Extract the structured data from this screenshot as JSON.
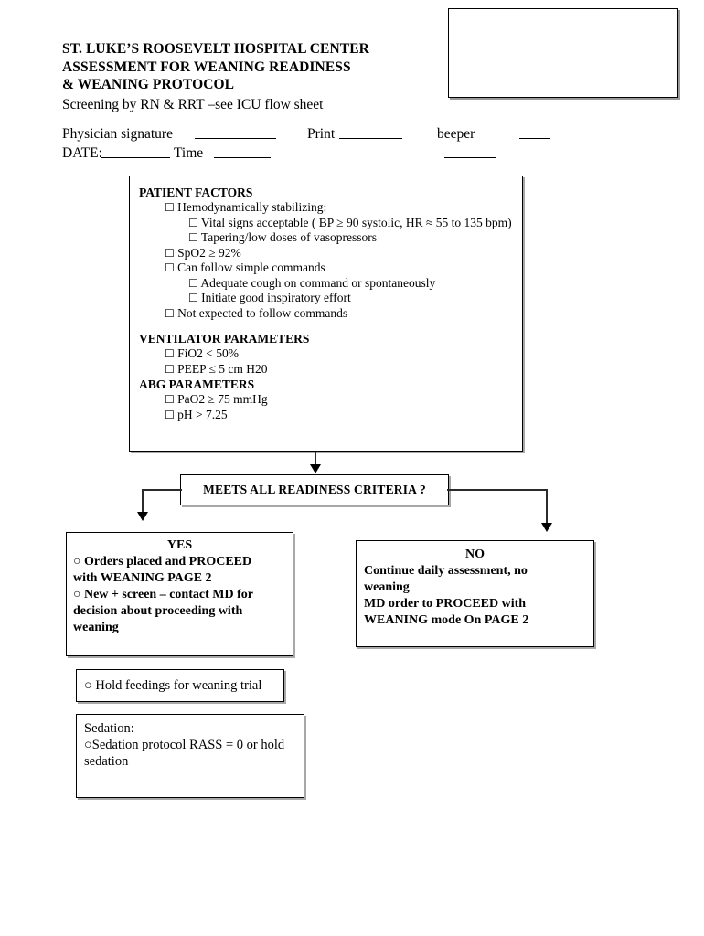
{
  "document": {
    "title_lines": [
      "ST. LUKE’S ROOSEVELT HOSPITAL CENTER",
      "ASSESSMENT FOR WEANING READINESS",
      "&  WEANING PROTOCOL"
    ],
    "screening_line": "Screening by   RN & RRT –see ICU flow sheet"
  },
  "signature": {
    "physician_label": "Physician signature",
    "print_label": "Print",
    "beeper_label": "beeper",
    "date_label": "DATE:",
    "time_label": "Time"
  },
  "criteria": {
    "patient_factors_title": "PATIENT FACTORS",
    "patient_factors": [
      {
        "indent": 1,
        "text": "Hemodynamically stabilizing:"
      },
      {
        "indent": 2,
        "text": "Vital signs acceptable ( BP ≥ 90 systolic,  HR ≈ 55 to 135 bpm)"
      },
      {
        "indent": 2,
        "text": "Tapering/low doses of vasopressors"
      },
      {
        "indent": 1,
        "text": "SpO2 ≥ 92%"
      },
      {
        "indent": 1,
        "text": "Can follow simple commands"
      },
      {
        "indent": 2,
        "text": "Adequate cough on command or spontaneously"
      },
      {
        "indent": 2,
        "text": "Initiate good inspiratory effort"
      },
      {
        "indent": 1,
        "text": "Not expected to follow commands"
      }
    ],
    "ventilator_title": "VENTILATOR PARAMETERS",
    "ventilator_items": [
      {
        "indent": 1,
        "text": "FiO2 < 50%"
      },
      {
        "indent": 1,
        "text": "PEEP  ≤ 5 cm H20"
      }
    ],
    "abg_title": "ABG PARAMETERS",
    "abg_items": [
      {
        "indent": 1,
        "text": "PaO2 ≥ 75 mmHg"
      },
      {
        "indent": 1,
        "text": "pH > 7.25"
      }
    ],
    "checkbox_glyph": "☐"
  },
  "decision": {
    "question": "MEETS ALL READINESS CRITERIA ?"
  },
  "yes_branch": {
    "heading": "YES",
    "bullet_glyph": "○",
    "lines": [
      "○ Orders placed and PROCEED",
      "with WEANING PAGE 2",
      "○ New + screen – contact MD for",
      "decision about proceeding with",
      "weaning"
    ]
  },
  "no_branch": {
    "heading": "NO",
    "lines": [
      "Continue daily assessment, no",
      "weaning",
      "MD order to PROCEED  with",
      "WEANING  mode  On  PAGE 2"
    ]
  },
  "feeding": {
    "text": "○ Hold feedings for weaning trial"
  },
  "sedation": {
    "lines": [
      "Sedation:",
      "○Sedation protocol RASS = 0 or hold",
      "sedation"
    ]
  },
  "colors": {
    "ink": "#000000",
    "connector": "#2b2b2b",
    "shadow": "#a8a8a8",
    "page": "#ffffff"
  }
}
